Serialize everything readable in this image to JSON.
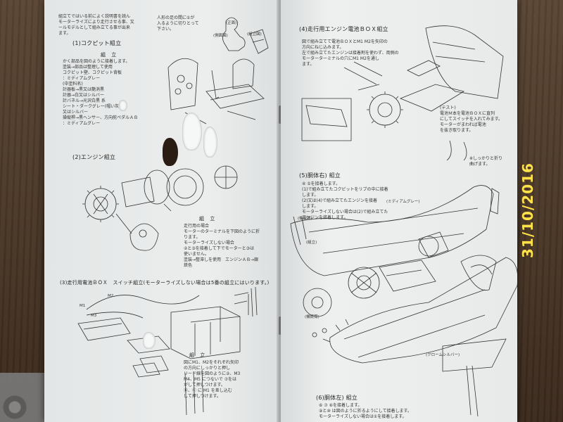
{
  "photo": {
    "date_stamp": "31/10/2016"
  },
  "left_page": {
    "intro": [
      "組立てではいる前によく説明書を読ん",
      "モーターライズにより走行させる事、又",
      "ールモデルとして組み立てる事が出来",
      "ます。"
    ],
    "intro_note": [
      "人形の足の間に①が",
      "入るように切りとって",
      "下さい。"
    ],
    "section1": {
      "title": "(1)コクピット組立",
      "header": "組 立",
      "lines": [
        "かく部品を図のように接着します。",
        "塗装→部品は整理して使用",
        "コクピット壁、コクピット背板",
        "：ミディアムグレー",
        "(中塗料名)",
        "計器板→黒又は艶消黒",
        "計器→白又はシルバー",
        "計バネル→光沢白黒 系",
        "シート・ダークグレー(帽い灰色)",
        "又はシルバー",
        "操縦桿→黒ヘンサー、方向舵ペダルＡＢ",
        "：ミディアムグレー"
      ]
    },
    "section2": {
      "title": "(2)エンジン組立",
      "header": "組 立",
      "lines": [
        "走行用の場合",
        "モーターのターミナルを下図のように折",
        "ります。",
        "モーターライズしない場合",
        "②と③を接着して下でモーターと③は",
        "使いません。",
        "塗装→整滞しを使用　エンジンＡＢ→銀",
        "鉄色"
      ]
    },
    "section3": {
      "title": "(3)走行用電池ＢＯＸ　スイッチ組立(モーターライズしない場合は5番の組立にはいります。)",
      "header": "組 立",
      "lines": [
        "図にM1、M2をそれぞれ矢印",
        "の方向にしっかりと押し",
        "リード線を図のように②、M3",
        "M4、M5 につないで ⑦をは",
        "がして押しつけます。",
        "Ⓑ、Ⓒ に M1 を差し込む",
        "して押しつけます。"
      ],
      "labels": [
        "M1",
        "M2",
        "M3"
      ]
    },
    "part_labels": [
      "(正面)",
      "(側面図)",
      "(組立図)"
    ]
  },
  "right_page": {
    "section4": {
      "title": "(4)走行用エンジン電池ＢＯＸ組立",
      "lines": [
        "図で組み立てて電池ＢＯＸとM1 M2を矢印の",
        "方向にねじ込みます。",
        "左で組み立てたエンジンは接着剤を使わず、両側の",
        "モーターターミナルの穴にM1 M2を通し",
        "ます。"
      ],
      "test_note": [
        "(テスト)",
        "電池Ｍ本を電池ＢＯＸに直列",
        "にしてスイッチを入れてみます。",
        "モーターがまわれば電池",
        "を抜き取ります。"
      ],
      "side_note": [
        "※しっかりと折り",
        "曲げます。"
      ]
    },
    "section5": {
      "title": "(5)胴体右) 組立",
      "lines": [
        "④ ⑤を接着します。",
        "(1)で組み立てたコクピットをリブの中に接着",
        "します。",
        "(2)又は(4)で組み立てたエンジンを接着",
        "します。",
        "モーターライズしない場合は(2)で組み立てた",
        "エンジンを接着します。"
      ],
      "paint_label": "(ミディアムグレー)"
    },
    "section6": {
      "title": "(6)胴体左) 組立",
      "lines": [
        "⑥ ⑦ ⑧を接着します。",
        "⑨と⑩ は図のように折るようにして接着します。",
        "モーターライズしない場合は①を接着します。"
      ]
    },
    "callouts": [
      "(機銃筒)",
      "(機銃筒)",
      "(クロームシルバー)",
      "(組立)"
    ]
  }
}
